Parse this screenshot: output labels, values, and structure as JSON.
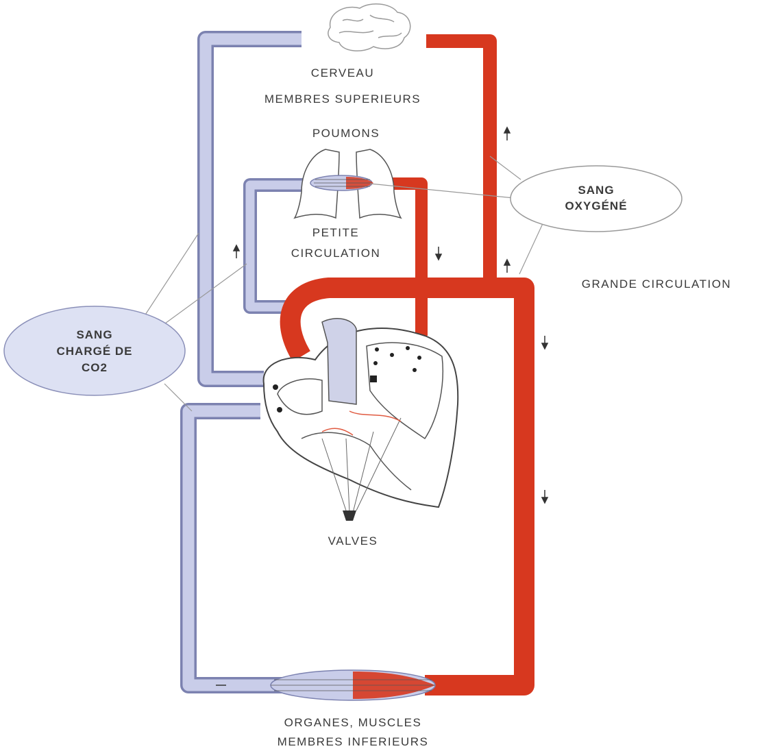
{
  "labels": {
    "cerveau": "CERVEAU",
    "membres_superieurs": "MEMBRES SUPERIEURS",
    "poumons": "POUMONS",
    "petite_1": "PETITE",
    "petite_2": "CIRCULATION",
    "grande": "GRANDE CIRCULATION",
    "valves": "VALVES",
    "organes": "ORGANES, MUSCLES",
    "membres_inferieurs": "MEMBRES INFERIEURS"
  },
  "bubbles": {
    "oxygene_1": "SANG",
    "oxygene_2": "OXYGÉNÉ",
    "co2_1": "SANG",
    "co2_2": "CHARGÉ DE",
    "co2_3": "CO2"
  },
  "colors": {
    "oxygenated": "#d7381f",
    "deoxygenated": "#b9bfe0",
    "vessel_edge": "#8a8fb8",
    "bubble_fill": "#dde1f3"
  }
}
